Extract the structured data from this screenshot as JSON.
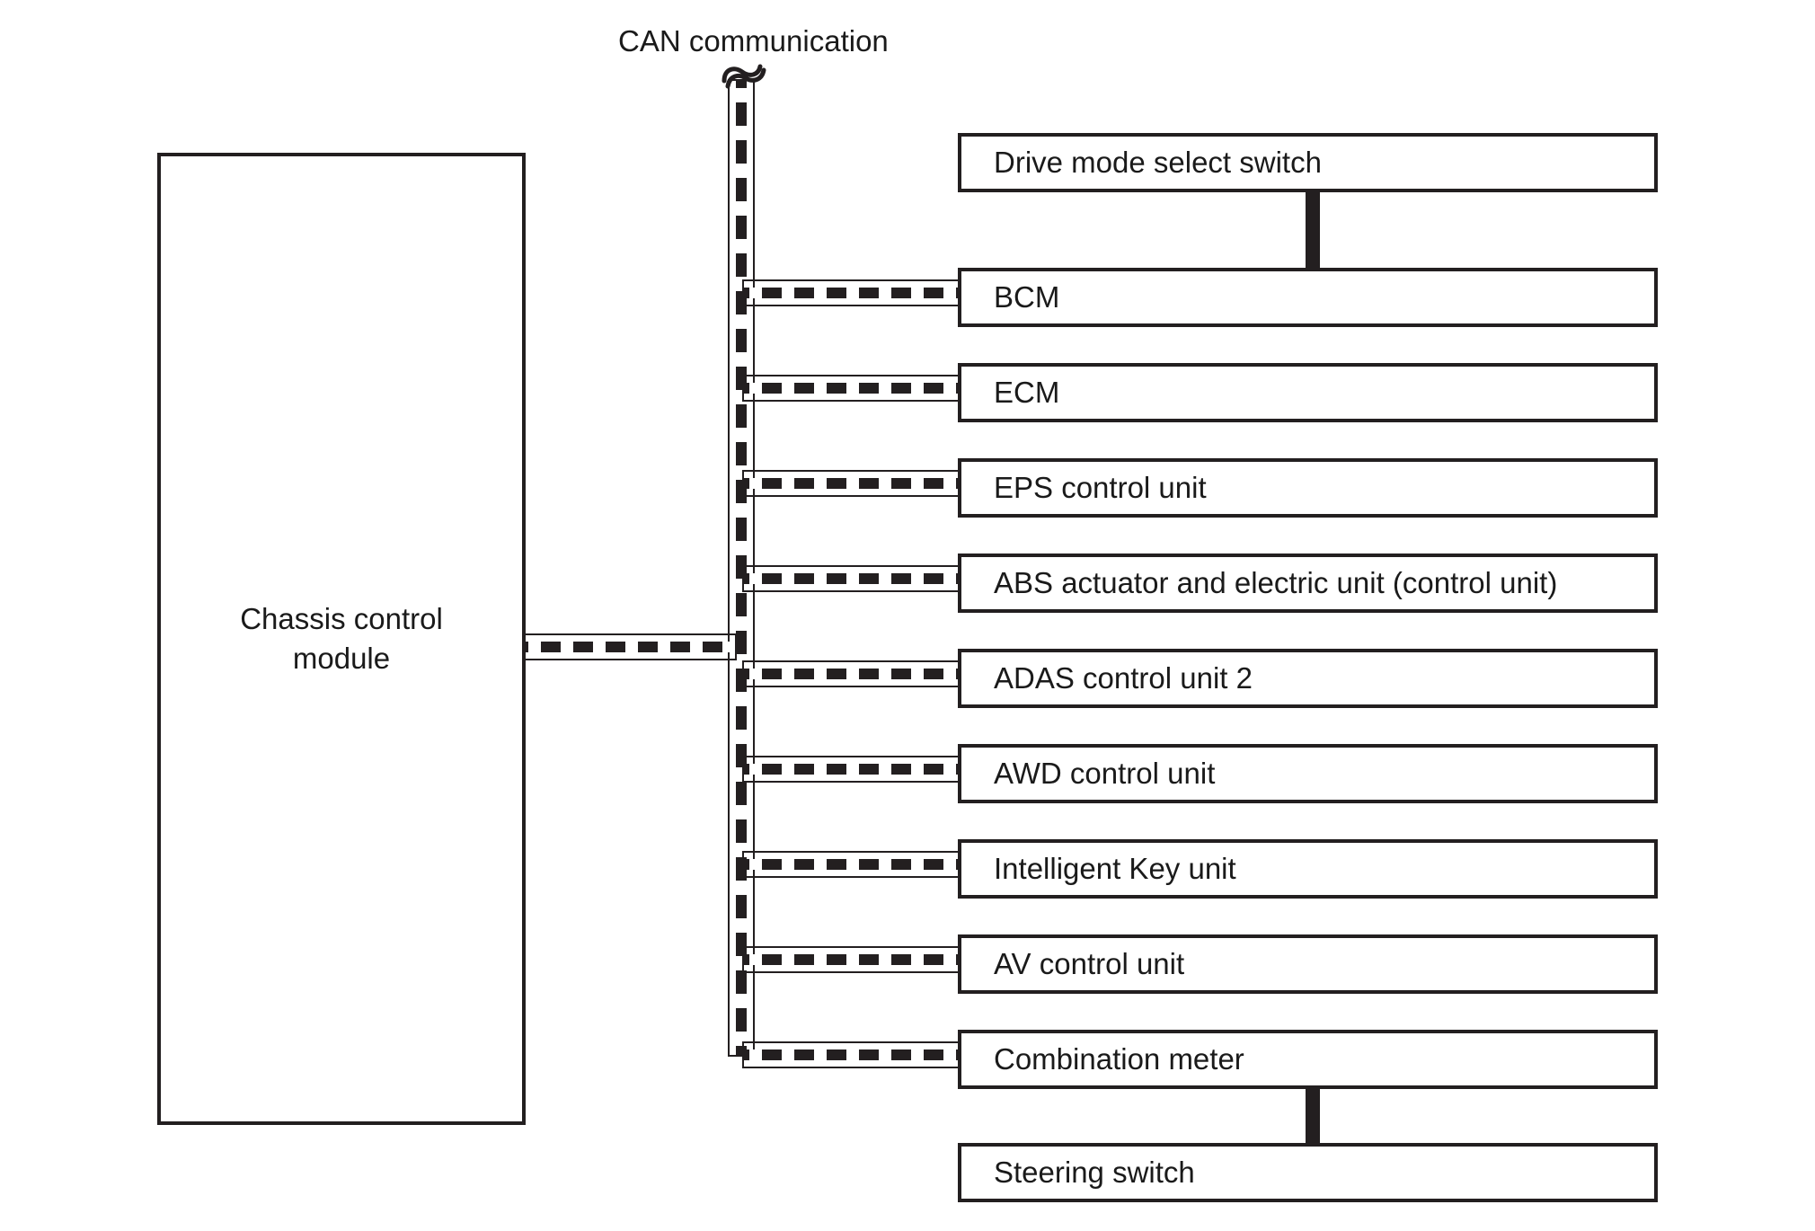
{
  "diagram": {
    "title": "CAN communication",
    "module": {
      "name": "Chassis control module",
      "line1": "Chassis control",
      "line2": "module"
    },
    "bus": {
      "type": "CAN bus",
      "style": "dashed-thick",
      "color": "#231f20",
      "break_symbol": "squiggle"
    },
    "units": [
      {
        "label": "Drive mode select switch",
        "connection": "solid-to-bcm"
      },
      {
        "label": "BCM",
        "connection": "can-bus"
      },
      {
        "label": "ECM",
        "connection": "can-bus"
      },
      {
        "label": "EPS control unit",
        "connection": "can-bus"
      },
      {
        "label": "ABS actuator and electric unit (control unit)",
        "connection": "can-bus"
      },
      {
        "label": "ADAS control unit 2",
        "connection": "can-bus"
      },
      {
        "label": "AWD control unit",
        "connection": "can-bus"
      },
      {
        "label": "Intelligent Key unit",
        "connection": "can-bus"
      },
      {
        "label": "AV control unit",
        "connection": "can-bus"
      },
      {
        "label": "Combination meter",
        "connection": "can-bus"
      },
      {
        "label": "Steering switch",
        "connection": "solid-to-combination-meter"
      }
    ]
  }
}
